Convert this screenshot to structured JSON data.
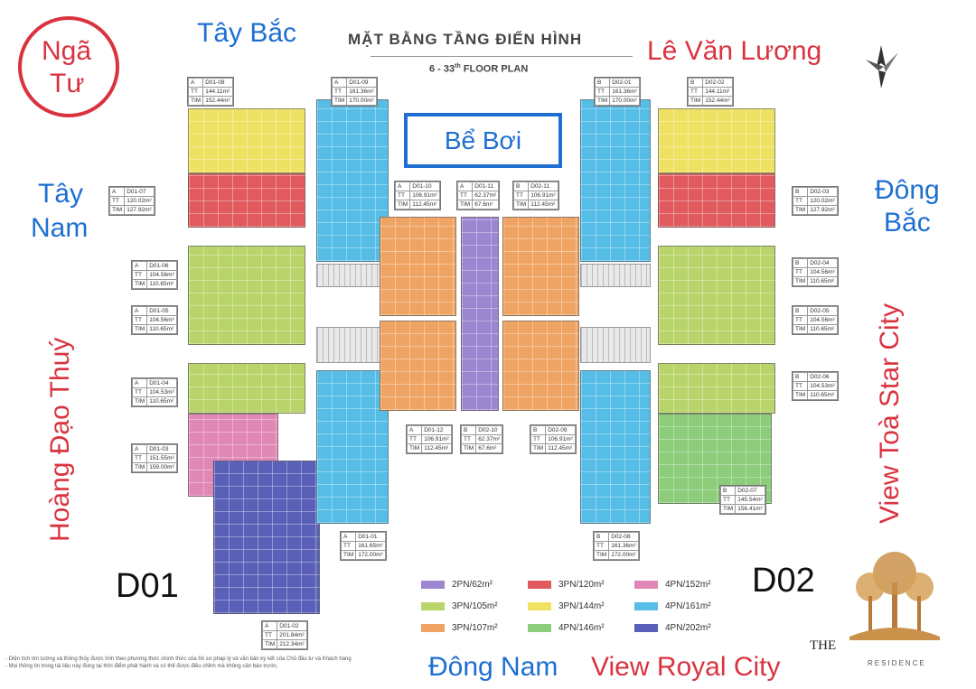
{
  "title": "MẶT BẰNG TẦNG ĐIỂN HÌNH",
  "subtitle_pre": "6 - 33",
  "subtitle_sup": "th",
  "subtitle_post": " FLOOR PLAN",
  "pool": "Bể Bơi",
  "corner_circle": {
    "line1": "Ngã",
    "line2": "Tư"
  },
  "directions": {
    "tay_bac": "Tây Bắc",
    "le_van_luong": "Lê Văn Lương",
    "tay_nam_1": "Tây",
    "tay_nam_2": "Nam",
    "dong_bac_1": "Đông",
    "dong_bac_2": "Bắc",
    "hoang_dao_thuy": "Hoàng Đạo Thuý",
    "view_star_city": "View Toà Star City",
    "dong_nam": "Đông Nam",
    "view_royal_city": "View Royal City"
  },
  "tower_labels": {
    "d01": "D01",
    "d02": "D02"
  },
  "colors": {
    "purple": "#9b86cf",
    "red": "#e05a5e",
    "pink": "#e087b6",
    "lime": "#b9d46a",
    "yellow": "#efe262",
    "cyan": "#55bde6",
    "orange": "#f0a463",
    "green": "#8ccc7a",
    "navy": "#5a60b8"
  },
  "legend": [
    {
      "label": "2PN/62m²",
      "color": "#9b86cf"
    },
    {
      "label": "3PN/120m²",
      "color": "#e05a5e"
    },
    {
      "label": "4PN/152m²",
      "color": "#e087b6"
    },
    {
      "label": "3PN/105m²",
      "color": "#b9d46a"
    },
    {
      "label": "3PN/144m²",
      "color": "#efe262"
    },
    {
      "label": "4PN/161m²",
      "color": "#55bde6"
    },
    {
      "label": "3PN/107m²",
      "color": "#f0a463"
    },
    {
      "label": "4PN/146m²",
      "color": "#8ccc7a"
    },
    {
      "label": "4PN/202m²",
      "color": "#5a60b8"
    }
  ],
  "units": [
    {
      "t": "A",
      "code": "D01-08",
      "tt": "144.11m²",
      "tim": "152.44m²"
    },
    {
      "t": "A",
      "code": "D01-09",
      "tt": "161.36m²",
      "tim": "170.00m²"
    },
    {
      "t": "B",
      "code": "D02-01",
      "tt": "161.36m²",
      "tim": "170.00m²"
    },
    {
      "t": "B",
      "code": "D02-02",
      "tt": "144.11m²",
      "tim": "152.44m²"
    },
    {
      "t": "A",
      "code": "D01-07",
      "tt": "120.02m²",
      "tim": "127.92m²"
    },
    {
      "t": "B",
      "code": "D02-03",
      "tt": "120.02m²",
      "tim": "127.92m²"
    },
    {
      "t": "A",
      "code": "D01-10",
      "tt": "106.91m²",
      "tim": "112.45m²"
    },
    {
      "t": "A",
      "code": "D01-11",
      "tt": "62.37m²",
      "tim": "67.6m²"
    },
    {
      "t": "B",
      "code": "D02-11",
      "tt": "106.91m²",
      "tim": "112.45m²"
    },
    {
      "t": "A",
      "code": "D01-06",
      "tt": "104.56m²",
      "tim": "110.65m²"
    },
    {
      "t": "B",
      "code": "D02-04",
      "tt": "104.56m²",
      "tim": "110.65m²"
    },
    {
      "t": "A",
      "code": "D01-05",
      "tt": "104.56m²",
      "tim": "110.65m²"
    },
    {
      "t": "B",
      "code": "D02-05",
      "tt": "104.56m²",
      "tim": "110.65m²"
    },
    {
      "t": "A",
      "code": "D01-04",
      "tt": "104.53m²",
      "tim": "110.65m²"
    },
    {
      "t": "B",
      "code": "D02-06",
      "tt": "104.53m²",
      "tim": "110.65m²"
    },
    {
      "t": "A",
      "code": "D01-12",
      "tt": "106.91m²",
      "tim": "112.45m²"
    },
    {
      "t": "B",
      "code": "D02-10",
      "tt": "62.37m²",
      "tim": "67.6m²"
    },
    {
      "t": "B",
      "code": "D02-09",
      "tt": "106.91m²",
      "tim": "112.45m²"
    },
    {
      "t": "A",
      "code": "D01-03",
      "tt": "151.55m²",
      "tim": "159.00m²"
    },
    {
      "t": "B",
      "code": "D02-07",
      "tt": "145.54m²",
      "tim": "156.41m²"
    },
    {
      "t": "A",
      "code": "D01-01",
      "tt": "161.65m²",
      "tim": "172.00m²"
    },
    {
      "t": "B",
      "code": "D02-08",
      "tt": "161.36m²",
      "tim": "172.00m²"
    },
    {
      "t": "A",
      "code": "D01-02",
      "tt": "201.84m²",
      "tim": "212.34m²"
    }
  ],
  "row_labels": {
    "tt": "TT",
    "tim": "TIM"
  },
  "logo": {
    "text": "THE",
    "sub": "RESIDENCE"
  },
  "footnote_1": "- Diện tích tim tường và thông thủy được tính theo phương thức chính thức của hồ sơ pháp lý và văn bản ký kết của Chủ đầu tư và Khách hàng",
  "footnote_2": "- Mọi thông tin trong tài liệu này đúng tại thời điểm phát hành và có thể được điều chỉnh mà không cần báo trước."
}
